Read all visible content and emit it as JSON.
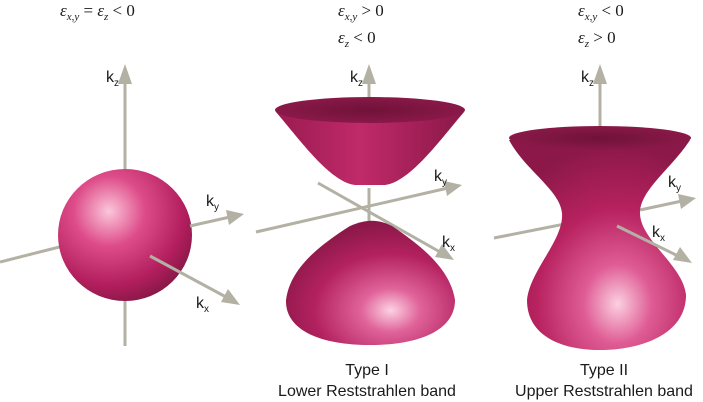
{
  "panels": [
    {
      "id": "sphere",
      "conditions": [
        {
          "eps1": "ε",
          "sub1": "x,y",
          "mid": " = ",
          "eps2": "ε",
          "sub2": "z",
          "rel": " < 0"
        }
      ],
      "axes": {
        "kz": {
          "base": "k",
          "sub": "z"
        },
        "ky": {
          "base": "k",
          "sub": "y"
        },
        "kx": {
          "base": "k",
          "sub": "x"
        }
      },
      "caption": []
    },
    {
      "id": "type1",
      "conditions": [
        {
          "eps1": "ε",
          "sub1": "x,y",
          "rel": " > 0"
        },
        {
          "eps1": "ε",
          "sub1": "z",
          "rel": " < 0"
        }
      ],
      "axes": {
        "kz": {
          "base": "k",
          "sub": "z"
        },
        "ky": {
          "base": "k",
          "sub": "y"
        },
        "kx": {
          "base": "k",
          "sub": "x"
        }
      },
      "caption": [
        "Type I",
        "Lower Reststrahlen band"
      ]
    },
    {
      "id": "type2",
      "conditions": [
        {
          "eps1": "ε",
          "sub1": "x,y",
          "rel": " < 0"
        },
        {
          "eps1": "ε",
          "sub1": "z",
          "rel": " > 0"
        }
      ],
      "axes": {
        "kz": {
          "base": "k",
          "sub": "z"
        },
        "ky": {
          "base": "k",
          "sub": "y"
        },
        "kx": {
          "base": "k",
          "sub": "x"
        }
      },
      "caption": [
        "Type II",
        "Upper Reststrahlen band"
      ]
    }
  ],
  "colors": {
    "surface": "#b5205f",
    "surface_dark": "#7e1742",
    "surface_light": "#f7b6cf",
    "axis": "#b3b1a3",
    "text": "#1a1a1a"
  }
}
